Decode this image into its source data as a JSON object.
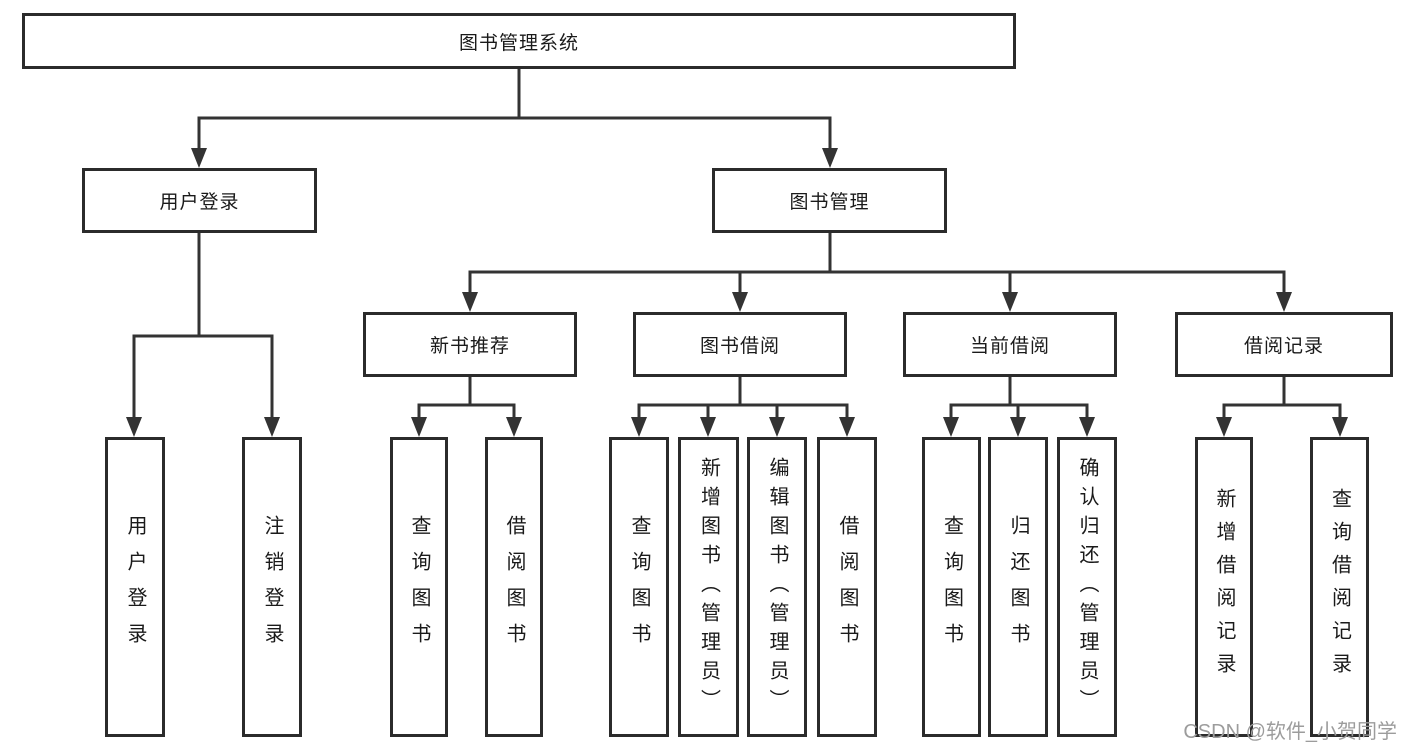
{
  "diagram": {
    "type": "tree-flowchart",
    "title": "图书管理系统",
    "watermark": "CSDN @软件_小贺同学",
    "colors": {
      "line": "#333333",
      "border": "#2b2b2b",
      "text": "#1a1a1a",
      "watermark": "#9c9c9c",
      "background": "#ffffff"
    },
    "nodes": {
      "root": {
        "label": "图书管理系统"
      },
      "user_login": {
        "label": "用户登录"
      },
      "book_management": {
        "label": "图书管理"
      },
      "new_book_recommend": {
        "label": "新书推荐"
      },
      "book_borrow": {
        "label": "图书借阅"
      },
      "current_borrow": {
        "label": "当前借阅"
      },
      "borrow_records": {
        "label": "借阅记录"
      },
      "leaf_user_login": {
        "label": "用户登录"
      },
      "leaf_logout": {
        "label": "注销登录"
      },
      "leaf_recommend_query_books": {
        "label": "查询图书"
      },
      "leaf_recommend_borrow_books": {
        "label": "借阅图书"
      },
      "leaf_borrow_query_books": {
        "label": "查询图书"
      },
      "leaf_borrow_add_books": {
        "label": "新增图书（管理员）"
      },
      "leaf_borrow_edit_books": {
        "label": "编辑图书（管理员）"
      },
      "leaf_borrow_borrow_books": {
        "label": "借阅图书"
      },
      "leaf_current_query_books": {
        "label": "查询图书"
      },
      "leaf_current_return_books": {
        "label": "归还图书"
      },
      "leaf_current_confirm_return": {
        "label": "确认归还（管理员）"
      },
      "leaf_records_add": {
        "label": "新增借阅记录"
      },
      "leaf_records_query": {
        "label": "查询借阅记录"
      }
    },
    "edges": [
      {
        "from": "图书管理系统",
        "to": [
          "用户登录",
          "图书管理"
        ]
      },
      {
        "from": "用户登录",
        "to": [
          "用户登录",
          "注销登录"
        ]
      },
      {
        "from": "图书管理",
        "to": [
          "新书推荐",
          "图书借阅",
          "当前借阅",
          "借阅记录"
        ]
      },
      {
        "from": "新书推荐",
        "to": [
          "查询图书",
          "借阅图书"
        ]
      },
      {
        "from": "图书借阅",
        "to": [
          "查询图书",
          "新增图书（管理员）",
          "编辑图书（管理员）",
          "借阅图书"
        ]
      },
      {
        "from": "当前借阅",
        "to": [
          "查询图书",
          "归还图书",
          "确认归还（管理员）"
        ]
      },
      {
        "from": "借阅记录",
        "to": [
          "新增借阅记录",
          "查询借阅记录"
        ]
      }
    ]
  }
}
